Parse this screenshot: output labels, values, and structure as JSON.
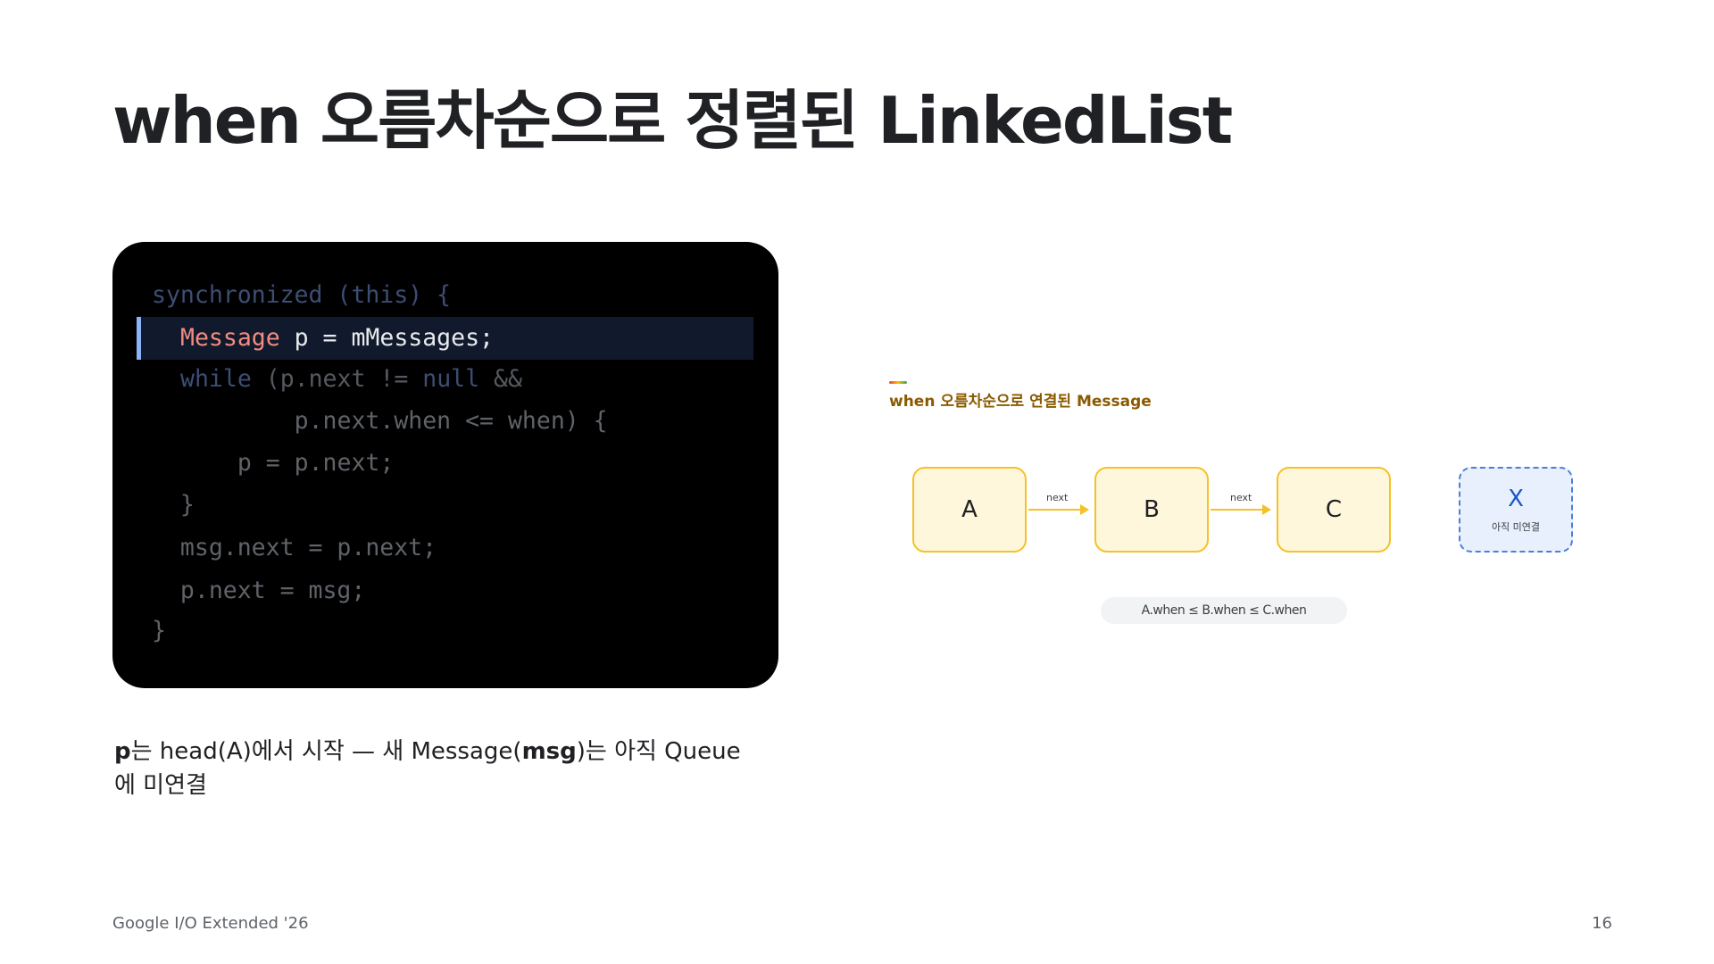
{
  "slide": {
    "title": "when 오름차순으로 정렬된 LinkedList",
    "page_number": "16",
    "footer": "Google I/O Extended '26"
  },
  "code": {
    "line1": "synchronized (this) {",
    "line2_type": "Message",
    "line2_rest": " p = mMessages;",
    "line3_kw": "while",
    "line3_a": " (p.next != ",
    "line3_null": "null",
    "line3_b": " &&",
    "line4": "        p.next.when <= when) {",
    "line5": "    p = p.next;",
    "line6": "  }",
    "line7": "  msg.next = p.next;",
    "line8": "  p.next = msg;",
    "line9": "}"
  },
  "caption": {
    "p_bold": "p",
    "part1": "는 head(A)에서 시작 — 새 Message(",
    "msg_bold": "msg",
    "part2": ")는 아직 Queue에 미연결"
  },
  "diagram": {
    "title": "when 오름차순으로 연결된 Message",
    "nodes": [
      "A",
      "B",
      "C"
    ],
    "edge_label": "next",
    "ghost_node": {
      "label": "X",
      "sublabel": "아직 미연결"
    },
    "condition": "A.when ≤ B.when ≤ C.when",
    "colors": {
      "node_fill": "#fef7dc",
      "node_border": "#f6c026",
      "ghost_fill": "#e8f0fe",
      "ghost_border": "#4a7fd6"
    }
  }
}
